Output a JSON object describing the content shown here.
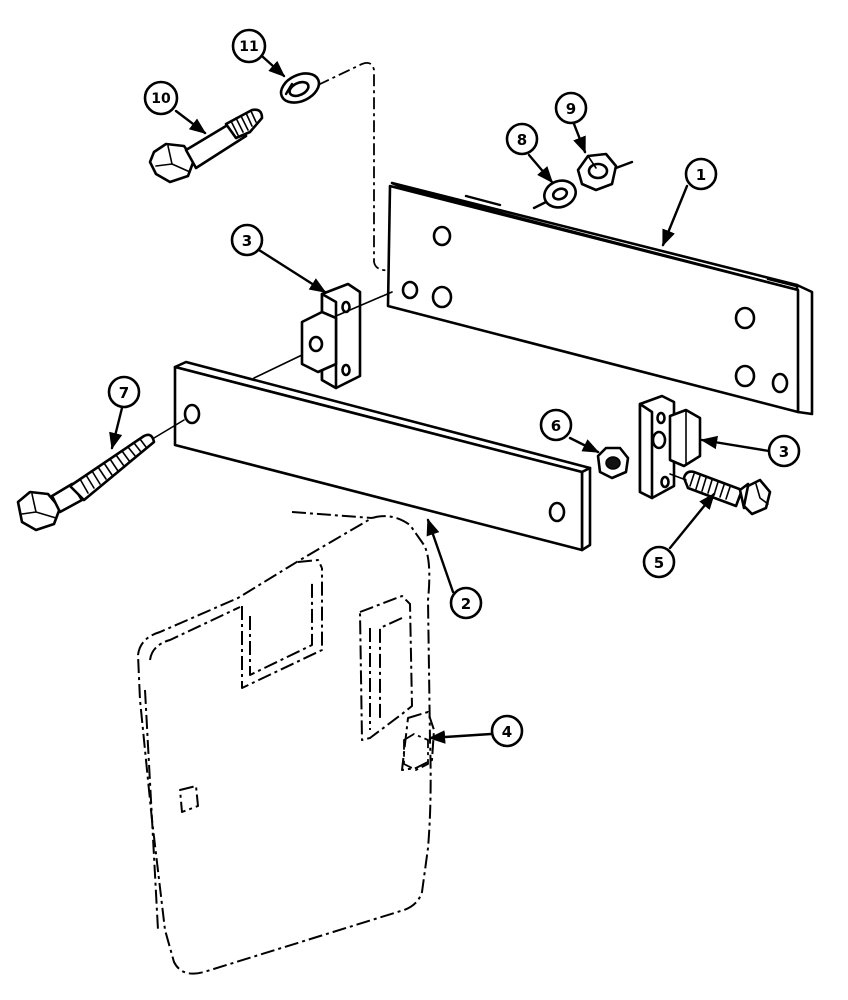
{
  "callouts": [
    {
      "id": "callout-1",
      "label": "1"
    },
    {
      "id": "callout-2",
      "label": "2"
    },
    {
      "id": "callout-3a",
      "label": "3"
    },
    {
      "id": "callout-3b",
      "label": "3"
    },
    {
      "id": "callout-4",
      "label": "4"
    },
    {
      "id": "callout-5",
      "label": "5"
    },
    {
      "id": "callout-6",
      "label": "6"
    },
    {
      "id": "callout-7",
      "label": "7"
    },
    {
      "id": "callout-8",
      "label": "8"
    },
    {
      "id": "callout-9",
      "label": "9"
    },
    {
      "id": "callout-10",
      "label": "10"
    },
    {
      "id": "callout-11",
      "label": "11"
    }
  ]
}
